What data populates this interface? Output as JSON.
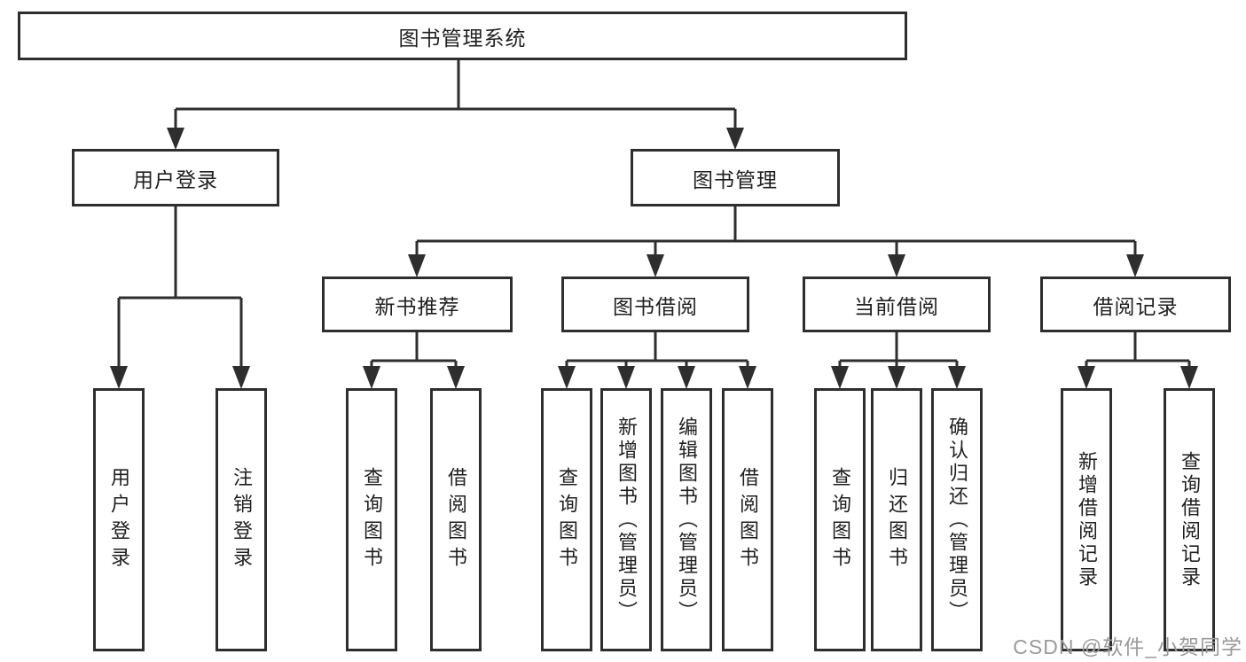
{
  "diagram": {
    "title": "图书管理系统",
    "level2": [
      {
        "id": "user-login",
        "label": "用户登录"
      },
      {
        "id": "book-management",
        "label": "图书管理"
      }
    ],
    "level3": [
      {
        "id": "new-book-recommend",
        "parent": "图书管理",
        "label": "新书推荐"
      },
      {
        "id": "book-borrow",
        "parent": "图书管理",
        "label": "图书借阅"
      },
      {
        "id": "current-borrow",
        "parent": "图书管理",
        "label": "当前借阅"
      },
      {
        "id": "borrow-records",
        "parent": "图书管理",
        "label": "借阅记录"
      }
    ],
    "leaves": [
      {
        "parent": "用户登录",
        "label": "用户登录"
      },
      {
        "parent": "用户登录",
        "label": "注销登录"
      },
      {
        "parent": "新书推荐",
        "label": "查询图书"
      },
      {
        "parent": "新书推荐",
        "label": "借阅图书"
      },
      {
        "parent": "图书借阅",
        "label": "查询图书"
      },
      {
        "parent": "图书借阅",
        "label": "新增图书（管理员）"
      },
      {
        "parent": "图书借阅",
        "label": "编辑图书（管理员）"
      },
      {
        "parent": "图书借阅",
        "label": "借阅图书"
      },
      {
        "parent": "当前借阅",
        "label": "查询图书"
      },
      {
        "parent": "当前借阅",
        "label": "归还图书"
      },
      {
        "parent": "当前借阅",
        "label": "确认归还（管理员）"
      },
      {
        "parent": "借阅记录",
        "label": "新增借阅记录"
      },
      {
        "parent": "借阅记录",
        "label": "查询借阅记录"
      }
    ]
  },
  "watermark": {
    "text": "CSDN @软件_小贺同学"
  },
  "colors": {
    "line": "#2e2e2e",
    "border": "#2e2e2e",
    "text": "#1f1f1f",
    "watermark": "#9a9a9a",
    "background": "#ffffff"
  }
}
